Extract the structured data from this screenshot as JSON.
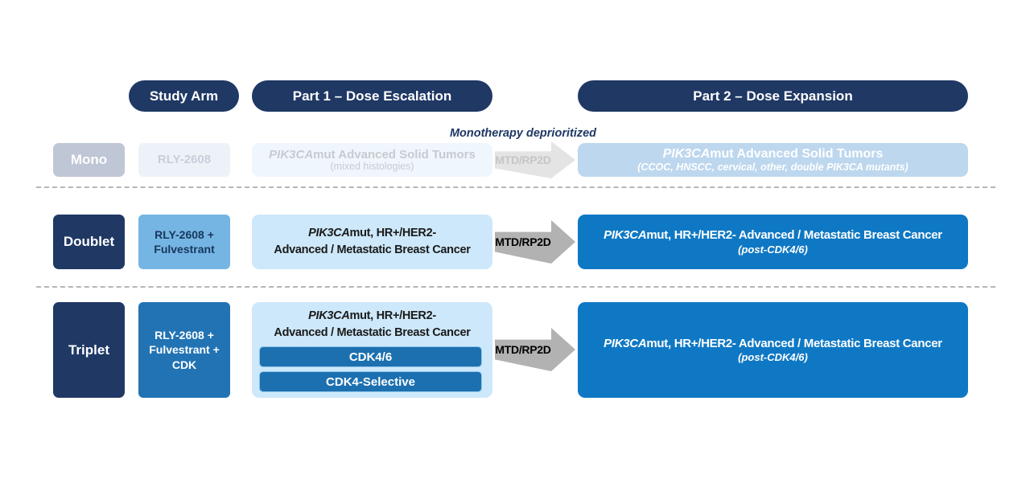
{
  "colors": {
    "navy": "#1F3864",
    "expansion_blue": "#0F78C4",
    "triplet_drug_blue": "#2173B3",
    "cdk_bar_blue": "#1C70B0",
    "doublet_drug_blue": "#75B5E3",
    "escalation_light_blue": "#CDE8FA",
    "mono_expansion_blue": "#BDD7EE",
    "mono_arm_gray": "#BFC6D5",
    "arrow_gray": "#B2B2B2",
    "mono_arrow_gray": "#E4E4E4"
  },
  "header": {
    "study_arm": "Study Arm",
    "part1": "Part 1 – Dose Escalation",
    "part2": "Part 2 – Dose Expansion"
  },
  "note": {
    "monotherapy": "Monotherapy deprioritized"
  },
  "rows": {
    "mono": {
      "arm": "Mono",
      "drug": "RLY-2608",
      "p1_gene": "PIK3CA",
      "p1_title": "mut Advanced Solid Tumors",
      "p1_sub": "(mixed histologies)",
      "arrow": "MTD/RP2D",
      "p2_gene": "PIK3CA",
      "p2_title": "mut Advanced Solid Tumors",
      "p2_sub": "(CCOC, HNSCC, cervical, other, double PIK3CA mutants)"
    },
    "doublet": {
      "arm": "Doublet",
      "drug": "RLY-2608 + Fulvestrant",
      "p1_gene": "PIK3CA",
      "p1_line1": "mut, HR+/HER2-",
      "p1_line2": "Advanced / Metastatic Breast Cancer",
      "arrow": "MTD/RP2D",
      "p2_gene": "PIK3CA",
      "p2_title": "mut, HR+/HER2- Advanced / Metastatic Breast Cancer",
      "p2_sub": "(post-CDK4/6)"
    },
    "triplet": {
      "arm": "Triplet",
      "drug": "RLY-2608 + Fulvestrant + CDK",
      "p1_gene": "PIK3CA",
      "p1_line1": "mut, HR+/HER2-",
      "p1_line2": "Advanced / Metastatic Breast Cancer",
      "cdk_bars": [
        "CDK4/6",
        "CDK4-Selective"
      ],
      "arrow": "MTD/RP2D",
      "p2_gene": "PIK3CA",
      "p2_title": "mut, HR+/HER2- Advanced / Metastatic Breast Cancer",
      "p2_sub": "(post-CDK4/6)"
    }
  }
}
